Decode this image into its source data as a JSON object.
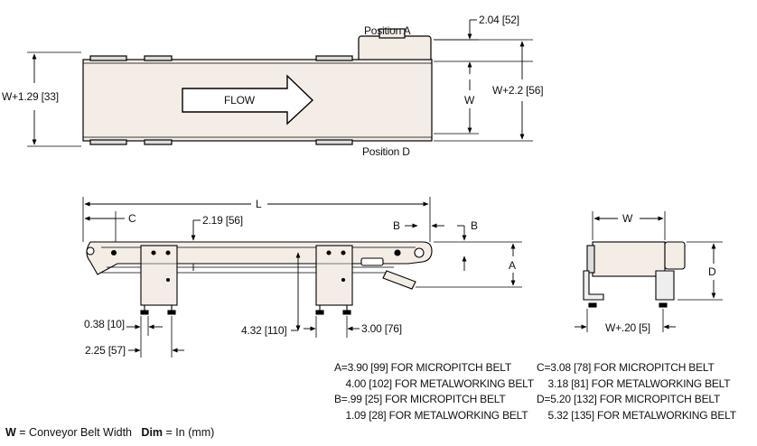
{
  "top_view": {
    "position_a": "Position A",
    "position_d": "Position D",
    "flow": "FLOW",
    "dim_left": "W+1.29 [33]",
    "dim_top": "2.04 [52]",
    "dim_w": "W",
    "dim_right": "W+2.2 [56]"
  },
  "side_view": {
    "dim_l": "L",
    "dim_c": "C",
    "dim_b_left": "B",
    "dim_b_right": "B",
    "dim_219": "2.19 [56]",
    "dim_a": "A",
    "dim_038": "0.38 [10]",
    "dim_225": "2.25 [57]",
    "dim_432": "4.32 [110]",
    "dim_300": "3.00 [76]"
  },
  "end_view": {
    "dim_w": "W",
    "dim_d": "D",
    "dim_w20": "W+.20 [5]"
  },
  "notes": {
    "left": "A=3.90 [99] FOR MICROPITCH BELT\n    4.00 [102] FOR METALWORKING BELT\nB=.99 [25] FOR MICROPITCH BELT\n    1.09 [28] FOR METALWORKING BELT",
    "right": "C=3.08 [78] FOR MICROPITCH BELT\n    3.18 [81] FOR METALWORKING BELT\nD=5.20 [132] FOR MICROPITCH BELT\n    5.32 [135] FOR METALWORKING BELT"
  },
  "legend": {
    "w_key": "W",
    "w_text": " = Conveyor Belt Width",
    "dim_key": "Dim",
    "dim_text": " = In (mm)"
  },
  "colors": {
    "belt_fill": "#f4ede6",
    "line": "#000000"
  }
}
